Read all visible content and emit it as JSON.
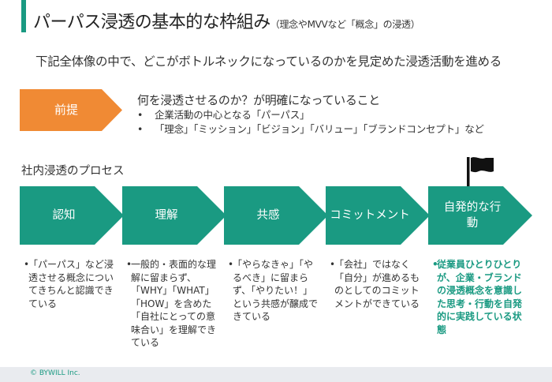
{
  "header": {
    "title": "パーパス浸透の基本的な枠組み",
    "subtitle": "（理念やMVVなど「概念」の浸透）"
  },
  "lead_text": "下記全体像の中で、どこがボトルネックになっているのかを見定めた浸透活動を進める",
  "premise": {
    "label": "前提",
    "heading": "何を浸透させるのか？が明確になっていること",
    "items": [
      "企業活動の中心となる「パーパス」",
      "「理念」「ミッション」「ビジョン」「バリュー」「ブランドコンセプト」など"
    ],
    "bullet": "•"
  },
  "process": {
    "label": "社内浸透のプロセス",
    "steps": [
      {
        "label": "認知",
        "description": "「パーパス」など浸透させる概念についてきちんと認識できている"
      },
      {
        "label": "理解",
        "description": "一般的・表面的な理解に留まらず、「WHY」「WHAT」「HOW」を含めた「自社にとっての意味合い」を理解できている"
      },
      {
        "label": "共感",
        "description": "「やらなきゃ」「やるべき」に留まらず、「やりたい！」という共感が醸成できている"
      },
      {
        "label": "コミットメント",
        "description": "「会社」ではなく「自分」が進めるものとしてのコミットメントができている"
      },
      {
        "label": "自発的な行動",
        "description": "従業員ひとりひとりが、企業・ブランドの浸透概念を意識した思考・行動を自発的に実践している状態"
      }
    ],
    "bullet": "•",
    "goal_icon": "flag-icon"
  },
  "colors": {
    "accent": "#1a9a82",
    "premise": "#f08a34",
    "footer_bg": "#e9ebef"
  },
  "footer": {
    "copyright": "© BYWILL Inc."
  }
}
